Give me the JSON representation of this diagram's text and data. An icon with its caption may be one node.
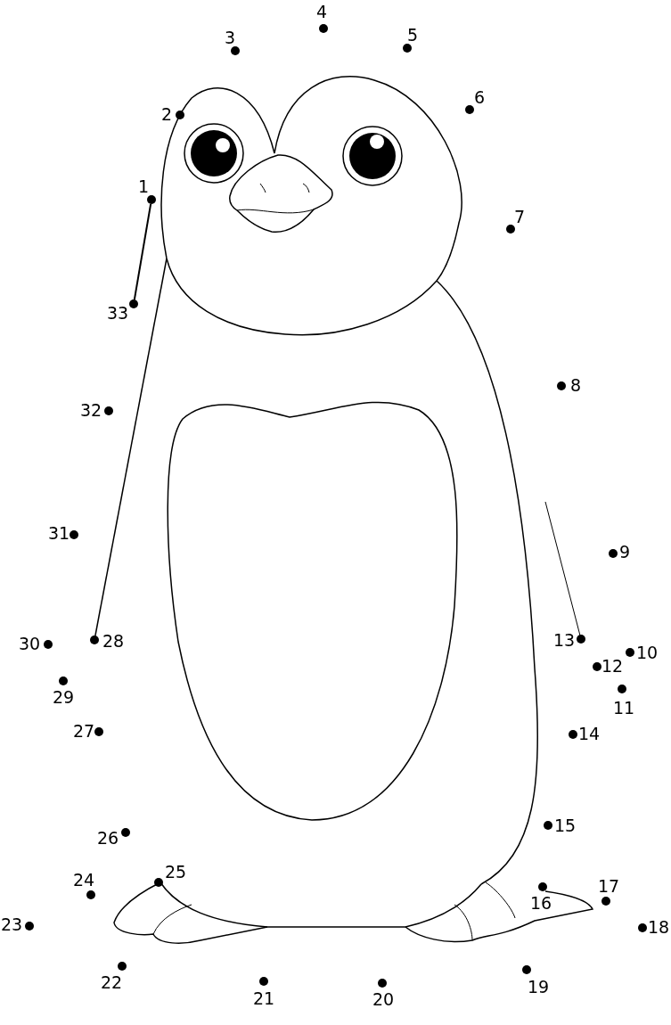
{
  "diagram": {
    "nodes": [
      {
        "text": [],
        "shape": "circle",
        "beside": [
          "1"
        ]
      },
      {
        "text": [],
        "shape": "circle",
        "beside": [
          "2"
        ]
      },
      {
        "text": [],
        "shape": "circle",
        "beside": [
          "3"
        ]
      },
      {
        "text": [],
        "shape": "circle",
        "beside": [
          "4"
        ]
      },
      {
        "text": [],
        "shape": "circle",
        "beside": [
          "5"
        ]
      },
      {
        "text": [],
        "shape": "circle",
        "beside": [
          "6"
        ]
      },
      {
        "text": [],
        "shape": "circle",
        "beside": [
          "7"
        ]
      },
      {
        "text": [],
        "shape": "circle",
        "beside": [
          "8"
        ]
      },
      {
        "text": [],
        "shape": "circle",
        "beside": [
          "9"
        ]
      },
      {
        "text": [],
        "shape": "circle",
        "beside": [
          "10"
        ]
      },
      {
        "text": [],
        "shape": "circle",
        "beside": [
          "11"
        ]
      },
      {
        "text": [],
        "shape": "circle",
        "beside": [
          "12"
        ]
      },
      {
        "text": [],
        "shape": "circle",
        "beside": [
          "13"
        ]
      },
      {
        "text": [],
        "shape": "circle",
        "beside": [
          "14"
        ]
      },
      {
        "text": [],
        "shape": "circle",
        "beside": [
          "15"
        ]
      },
      {
        "text": [],
        "shape": "circle",
        "beside": [
          "16"
        ]
      },
      {
        "text": [],
        "shape": "circle",
        "beside": [
          "17"
        ]
      },
      {
        "text": [],
        "shape": "circle",
        "beside": [
          "18"
        ]
      },
      {
        "text": [],
        "shape": "circle",
        "beside": [
          "19"
        ]
      },
      {
        "text": [],
        "shape": "circle",
        "beside": [
          "20"
        ]
      },
      {
        "text": [],
        "shape": "circle",
        "beside": [
          "21"
        ]
      },
      {
        "text": [],
        "shape": "circle",
        "beside": [
          "22"
        ]
      },
      {
        "text": [],
        "shape": "circle",
        "beside": [
          "23"
        ]
      },
      {
        "text": [],
        "shape": "circle",
        "beside": [
          "24"
        ]
      },
      {
        "text": [],
        "shape": "circle",
        "beside": [
          "25"
        ]
      },
      {
        "text": [],
        "shape": "circle",
        "beside": [
          "26"
        ]
      },
      {
        "text": [],
        "shape": "circle",
        "beside": [
          "27"
        ]
      },
      {
        "text": [],
        "shape": "circle",
        "beside": [
          "28"
        ]
      },
      {
        "text": [],
        "shape": "circle",
        "beside": [
          "29"
        ]
      },
      {
        "text": [],
        "shape": "circle",
        "beside": [
          "30"
        ]
      },
      {
        "text": [],
        "shape": "circle",
        "beside": [
          "31"
        ]
      },
      {
        "text": [],
        "shape": "circle",
        "beside": [
          "32"
        ]
      },
      {
        "text": [],
        "shape": "circle",
        "beside": [
          "33"
        ]
      }
    ],
    "edges": [
      {
        "from": 0,
        "to": 32,
        "arrow": "none"
      }
    ]
  }
}
